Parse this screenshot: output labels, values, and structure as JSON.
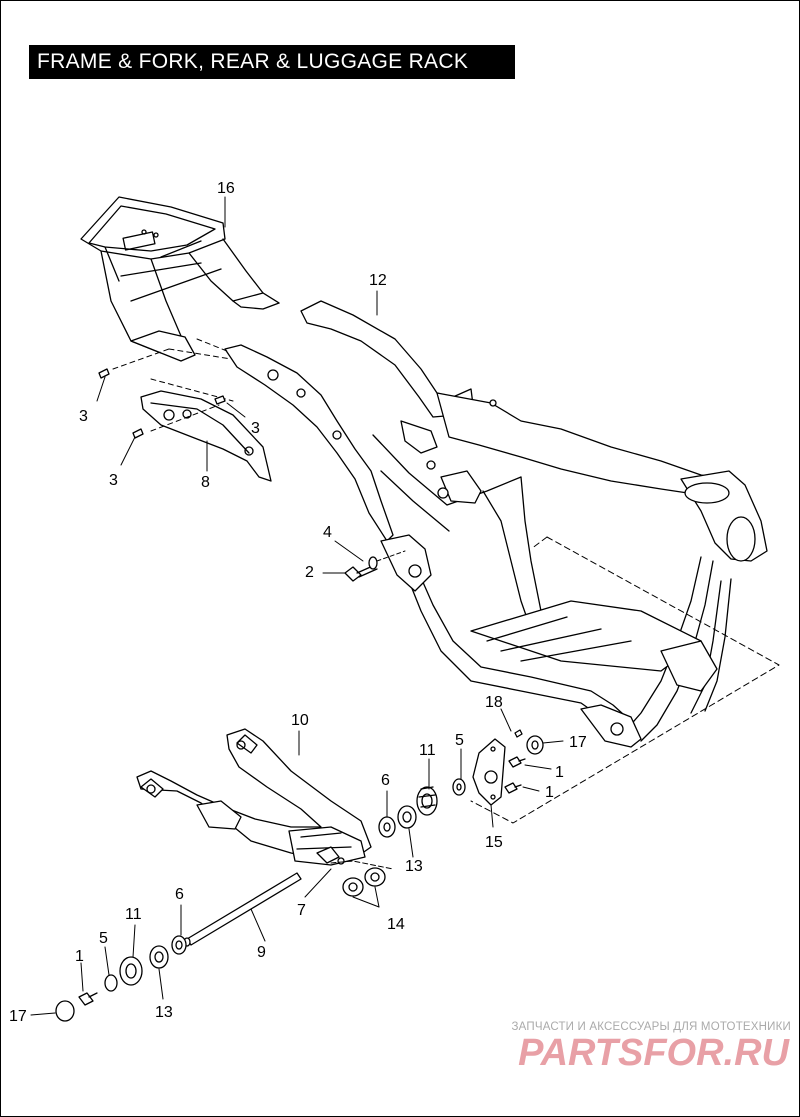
{
  "title": "FRAME & FORK, REAR & LUGGAGE RACK",
  "callouts": {
    "c16": "16",
    "c12": "12",
    "c3a": "3",
    "c3b": "3",
    "c3c": "3",
    "c8": "8",
    "c4": "4",
    "c2": "2",
    "c10": "10",
    "c18": "18",
    "c5a": "5",
    "c11a": "11",
    "c17a": "17",
    "c1a": "1",
    "c1b": "1",
    "c6a": "6",
    "c13a": "13",
    "c15": "15",
    "c7": "7",
    "c14": "14",
    "c6b": "6",
    "c11b": "11",
    "c5b": "5",
    "c1c": "1",
    "c9": "9",
    "c13b": "13",
    "c17b": "17"
  },
  "watermark": {
    "tagline": "ЗАПЧАСТИ И АКСЕССУАРЫ ДЛЯ МОТОТЕХНИКИ",
    "logo": "PARTSFOR.RU",
    "logo_color": "#e8a0a6"
  },
  "colors": {
    "line": "#000000",
    "background": "#ffffff",
    "title_bg": "#000000",
    "title_fg": "#ffffff"
  }
}
